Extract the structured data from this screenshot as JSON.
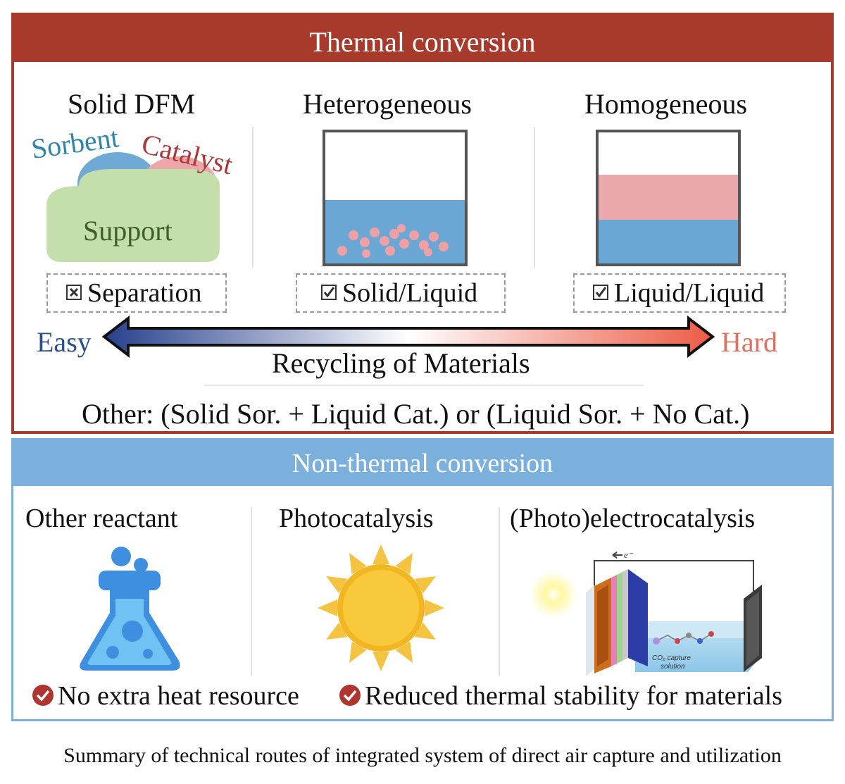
{
  "thermal": {
    "title": "Thermal conversion",
    "header_color": "#a83a2c",
    "columns": {
      "solid_dfm": "Solid DFM",
      "heterogeneous": "Heterogeneous",
      "homogeneous": "Homogeneous"
    },
    "dfm_labels": {
      "sorbent": "Sorbent",
      "catalyst": "Catalyst",
      "support": "Support"
    },
    "separation": {
      "solid": "Separation",
      "heterogeneous": "Solid/Liquid",
      "homogeneous": "Liquid/Liquid"
    },
    "recycling": {
      "easy": "Easy",
      "hard": "Hard",
      "label": "Recycling of Materials"
    },
    "other": "Other: (Solid Sor. + Liquid Cat.) or (Liquid Sor. + No Cat.)"
  },
  "nonthermal": {
    "title": "Non-thermal conversion",
    "header_color": "#7ab0db",
    "columns": {
      "other_reactant": "Other reactant",
      "photocatalysis": "Photocatalysis",
      "photoelectro": "(Photo)electrocatalysis"
    },
    "electron_label": "e⁻",
    "cell_label_line1": "CO₂ capture",
    "cell_label_line2": "solution",
    "benefits": [
      "No extra heat resource",
      "Reduced thermal stability for materials"
    ]
  },
  "caption": "Summary of technical routes of integrated system of direct air capture and utilization"
}
